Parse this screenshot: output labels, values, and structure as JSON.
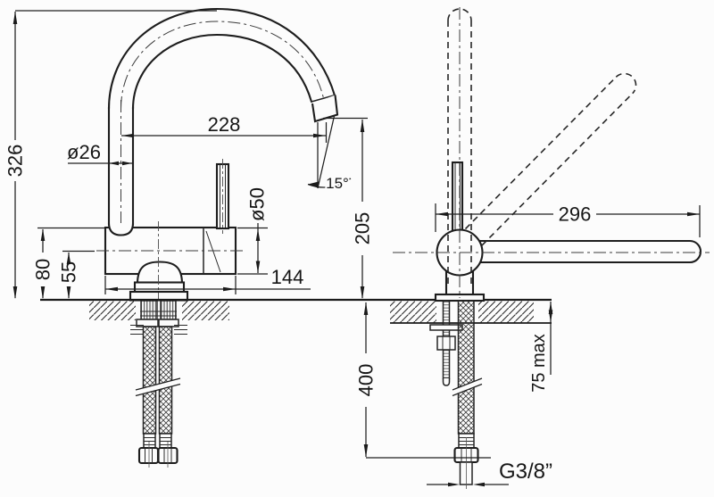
{
  "drawing": {
    "type": "technical-installation-drawing",
    "subject": "single-lever kitchen mixer tap with high arc swivel spout, two projections with flexible supply hoses",
    "units": "mm",
    "colors": {
      "line": "#1d1d1d",
      "background": "#fcfcfc"
    },
    "dimensions": {
      "overall_height": "326",
      "spout_reach": "228",
      "spout_tube_diameter": "ø26",
      "body_diameter": "ø50",
      "outlet_angle": "15°",
      "outlet_height": "205",
      "body_height_above_deck": "80",
      "body_centerline_height": "55",
      "body_length": "144",
      "spout_swivel_length": "296",
      "deck_thickness_max": "75 max",
      "hose_drop_length": "400",
      "connection_thread": "G3/8”"
    }
  }
}
